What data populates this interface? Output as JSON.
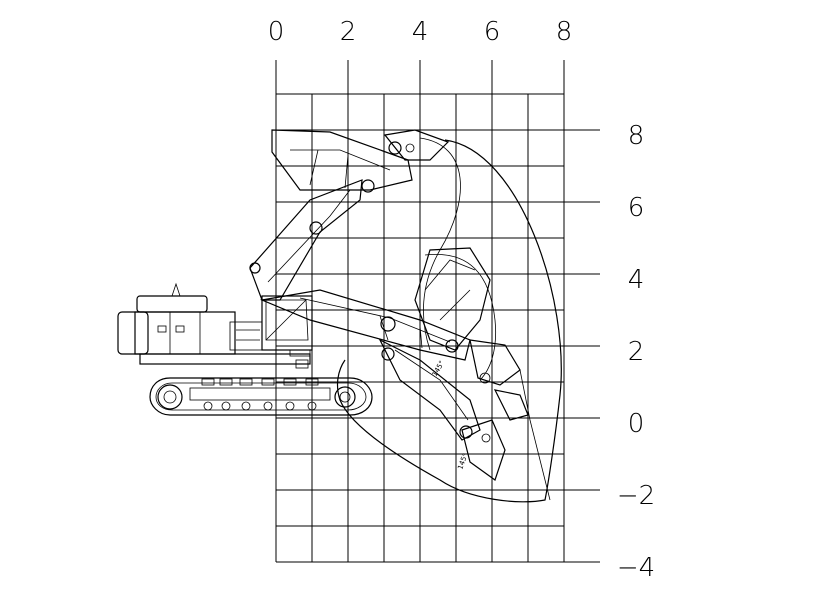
{
  "diagram": {
    "x_ticks": [
      "0",
      "2",
      "4",
      "6",
      "8"
    ],
    "y_ticks": [
      "8",
      "6",
      "4",
      "2",
      "0",
      "−2",
      "−4"
    ],
    "angle_labels": [
      "145°",
      "145°"
    ]
  }
}
